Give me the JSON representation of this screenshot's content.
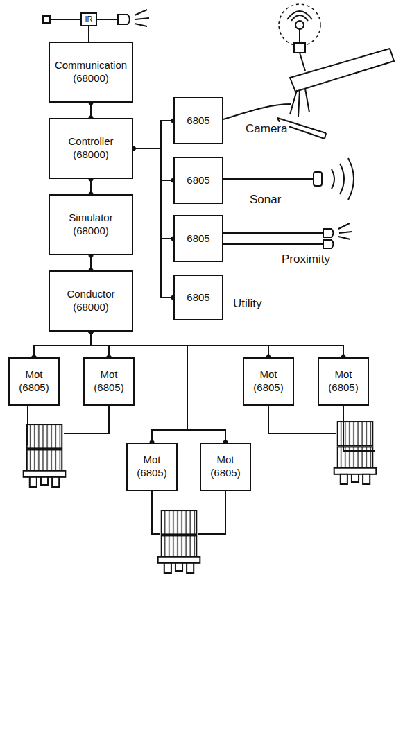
{
  "diagram": {
    "nodes": [
      {
        "text": [
          "IR"
        ]
      },
      {
        "text": [
          "Communication (68000)"
        ]
      },
      {
        "text": [
          "Controller (68000)"
        ]
      },
      {
        "text": [
          "Simulator (68000)"
        ]
      },
      {
        "text": [
          "Conductor (68000)"
        ]
      },
      {
        "text": [
          "6805"
        ]
      },
      {
        "text": [
          "6805"
        ]
      },
      {
        "text": [
          "6805"
        ]
      },
      {
        "text": [
          "6805"
        ]
      },
      {
        "text": [
          "Mot (6805)"
        ]
      },
      {
        "text": [
          "Mot (6805)"
        ]
      },
      {
        "text": [
          "Mot (6805)"
        ]
      },
      {
        "text": [
          "Mot (6805)"
        ]
      },
      {
        "text": [
          "Mot (6805)"
        ]
      },
      {
        "text": [
          "Mot (6805)"
        ]
      }
    ],
    "edges": [
      {
        "from": 0,
        "to": 1,
        "arrow": "none"
      },
      {
        "from": 1,
        "to": 2,
        "arrow": "none"
      },
      {
        "from": 2,
        "to": 3,
        "arrow": "none"
      },
      {
        "from": 3,
        "to": 4,
        "arrow": "none"
      },
      {
        "from": 2,
        "to": 5,
        "arrow": "none"
      },
      {
        "from": 2,
        "to": 6,
        "arrow": "none"
      },
      {
        "from": 2,
        "to": 7,
        "arrow": "none"
      },
      {
        "from": 2,
        "to": 8,
        "arrow": "none"
      },
      {
        "from": 4,
        "to": 9,
        "arrow": "none"
      },
      {
        "from": 4,
        "to": 10,
        "arrow": "none"
      },
      {
        "from": 4,
        "to": 11,
        "arrow": "none"
      },
      {
        "from": 4,
        "to": 12,
        "arrow": "none"
      },
      {
        "from": 4,
        "to": 13,
        "arrow": "none"
      },
      {
        "from": 4,
        "to": 14,
        "arrow": "none"
      }
    ],
    "labels": [
      "Camera",
      "Sonar",
      "Proximity",
      "Utility"
    ]
  }
}
